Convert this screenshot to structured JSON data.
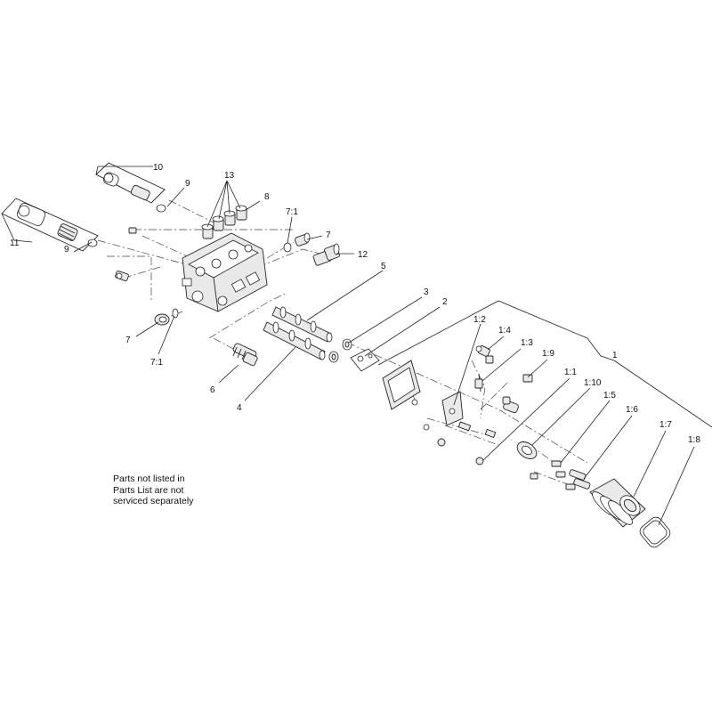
{
  "callouts": {
    "p1": "1",
    "p1_1": "1:1",
    "p1_2": "1:2",
    "p1_3": "1:3",
    "p1_4": "1:4",
    "p1_5": "1:5",
    "p1_6": "1:6",
    "p1_7": "1:7",
    "p1_8": "1:8",
    "p1_9": "1:9",
    "p1_10": "1:10",
    "p2": "2",
    "p3": "3",
    "p4": "4",
    "p5": "5",
    "p6": "6",
    "p7_left": "7",
    "p7_right": "7",
    "p7_1_left": "7:1",
    "p7_1_right": "7:1",
    "p8": "8",
    "p9_top": "9",
    "p9_left": "9",
    "p10": "10",
    "p11": "11",
    "p12": "12",
    "p13": "13"
  },
  "note": {
    "line1": "Parts not listed in",
    "line2": "Parts List are not",
    "line3": "serviced separately"
  }
}
